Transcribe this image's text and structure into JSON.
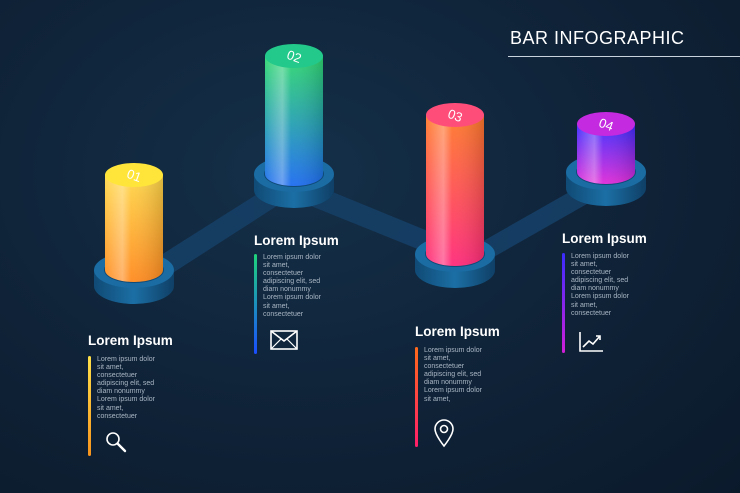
{
  "title": "BAR INFOGRAPHIC",
  "bars": [
    {
      "number": "01",
      "heading": "Lorem Ipsum",
      "text": "Lorem ipsum dolor\nsit amet,\nconsectetuer\nadipiscing elit, sed\ndiam nonummy\nLorem ipsum dolor\nsit amet,\nconsectetuer",
      "icon": "magnifier-icon"
    },
    {
      "number": "02",
      "heading": "Lorem Ipsum",
      "text": "Lorem ipsum dolor\nsit amet,\nconsectetuer\nadipiscing elit, sed\ndiam nonummy\nLorem ipsum dolor\nsit amet,\nconsectetuer",
      "icon": "envelope-icon"
    },
    {
      "number": "03",
      "heading": "Lorem Ipsum",
      "text": "Lorem ipsum dolor\nsit amet,\nconsectetuer\nadipiscing elit, sed\ndiam nonummy\nLorem ipsum dolor\nsit amet,",
      "icon": "location-pin-icon"
    },
    {
      "number": "04",
      "heading": "Lorem Ipsum",
      "text": "Lorem ipsum dolor\nsit amet,\nconsectetuer\nadipiscing elit, sed\ndiam nonummy\nLorem ipsum dolor\nsit amet,\nconsectetuer",
      "icon": "line-chart-icon"
    }
  ],
  "colors": {
    "background": "#0f2237",
    "bar1": [
      "#ffe14a",
      "#f7941d"
    ],
    "bar2": [
      "#1fd3a0",
      "#1a5cff"
    ],
    "bar3": [
      "#ff5a1f",
      "#ff1f6a"
    ],
    "bar4": [
      "#d11fd8",
      "#3a2cff"
    ],
    "pedestal": "#1b6fa5"
  }
}
